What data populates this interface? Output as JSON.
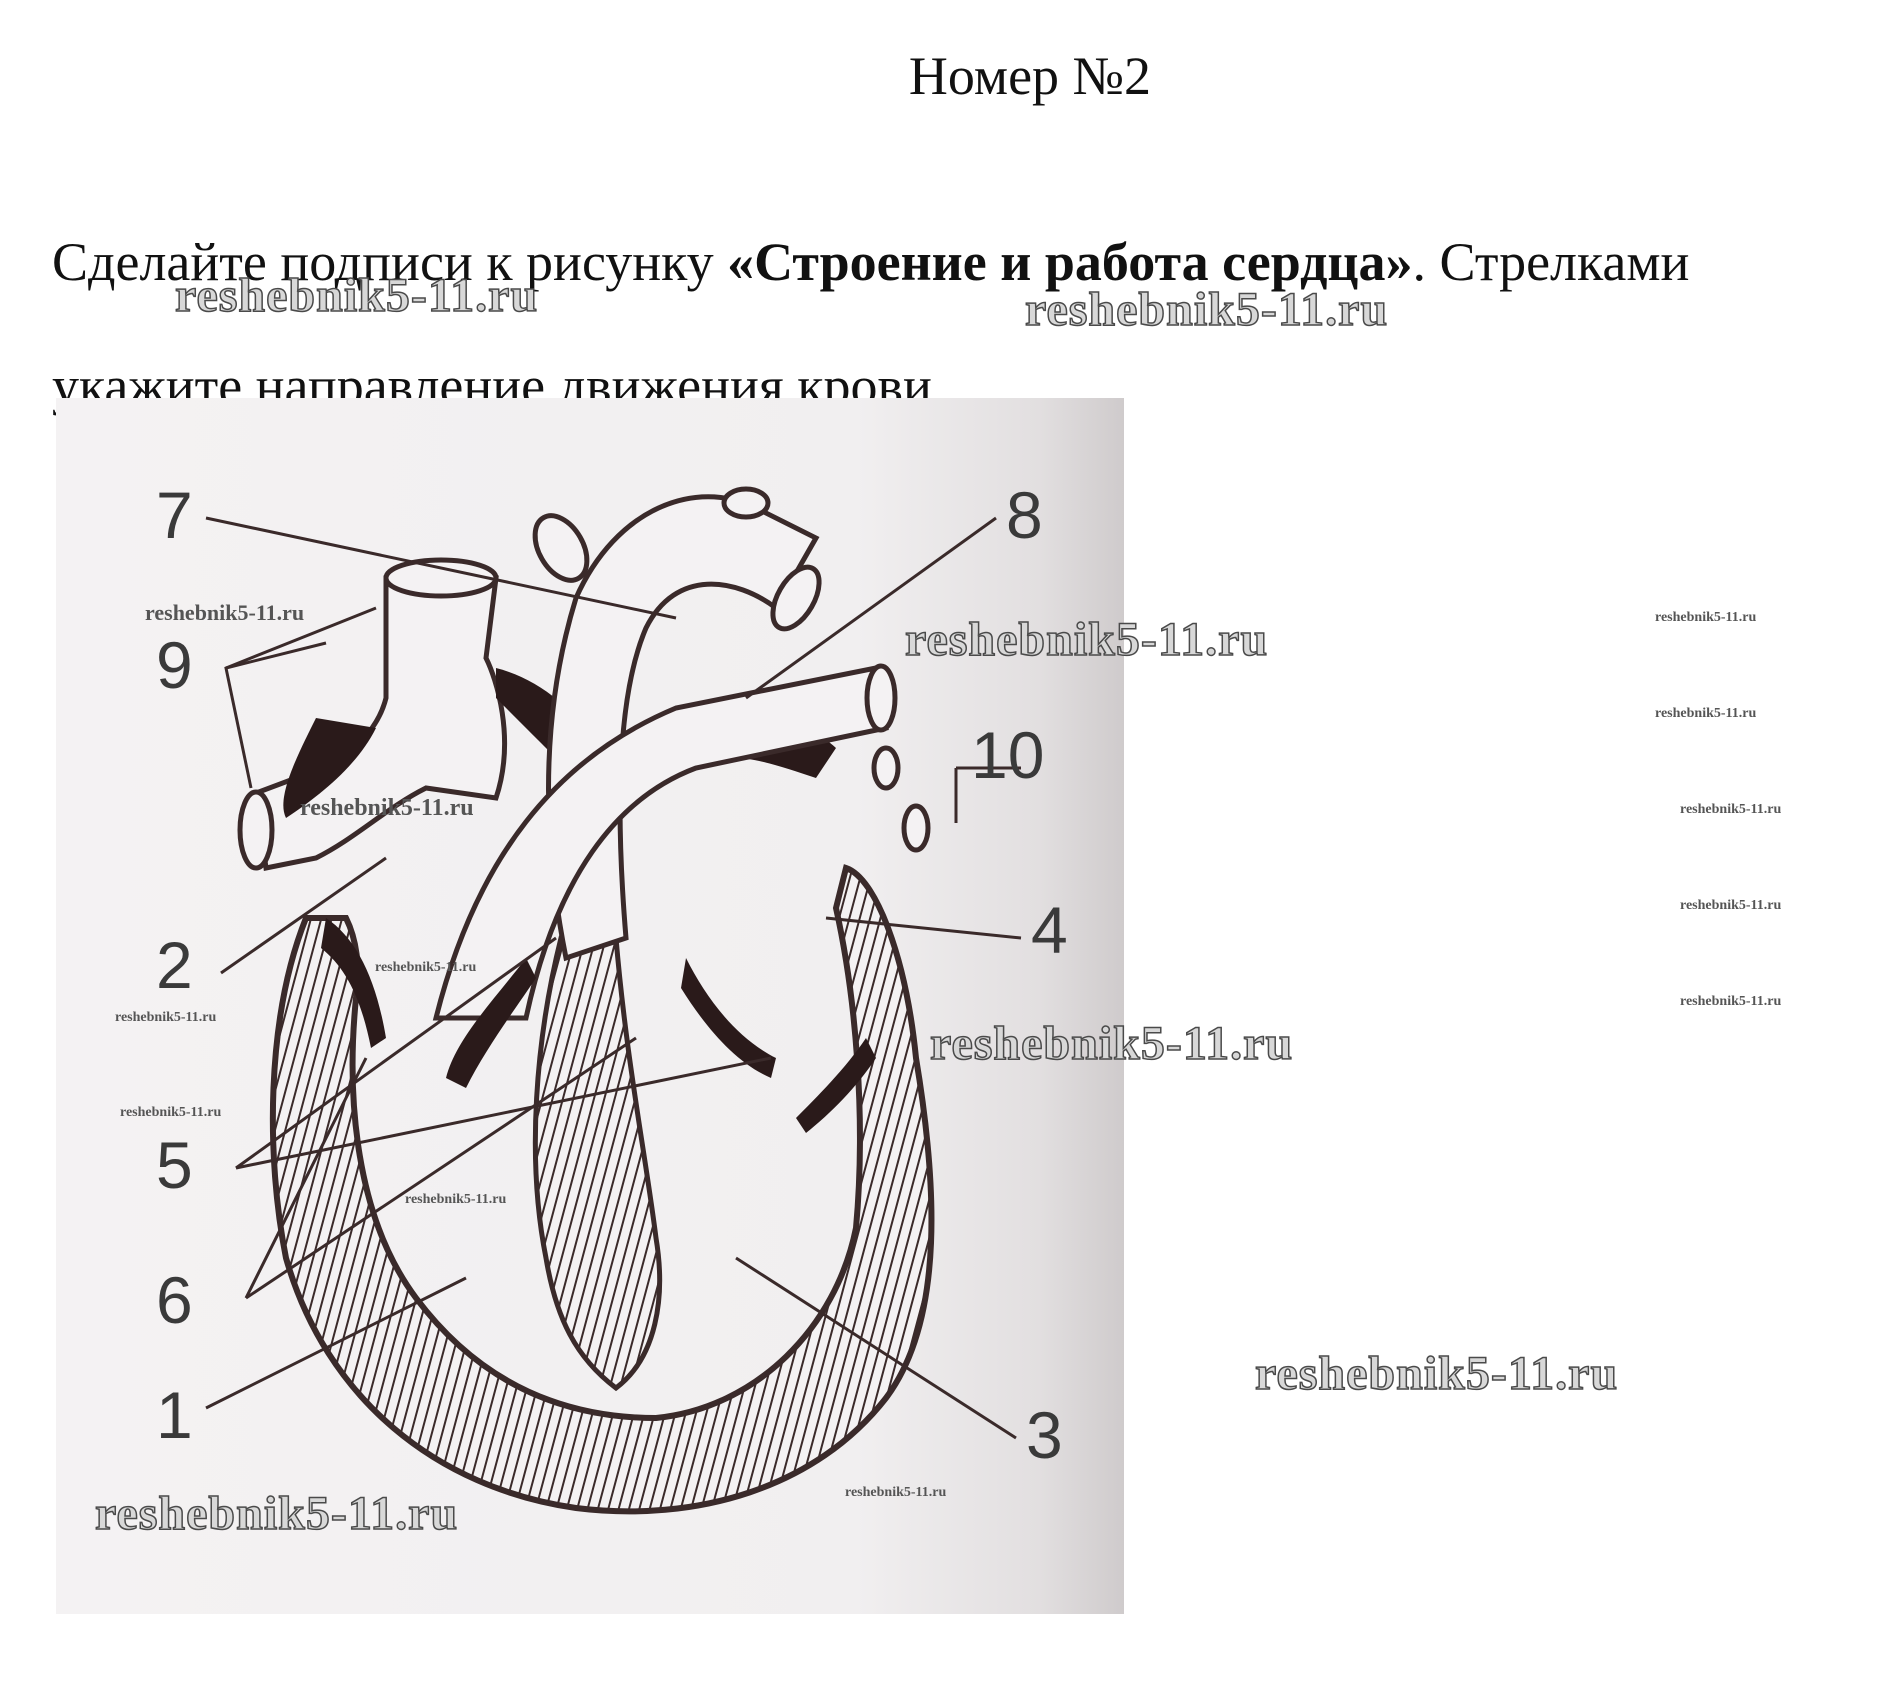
{
  "title": "Номер №2",
  "task": {
    "part1": "Сделайте подписи к рисунку ",
    "bold": "«Строение и работа сердца»",
    "part2": ". Стрелками укажите направление движения крови."
  },
  "figure": {
    "labels": [
      "1",
      "2",
      "3",
      "4",
      "5",
      "6",
      "7",
      "8",
      "9",
      "10"
    ]
  },
  "watermark": "reshebnik5-11.ru",
  "colors": {
    "line": "#3a2a2a",
    "valve": "#2a1a1a",
    "paper": "#f2f0f1"
  }
}
